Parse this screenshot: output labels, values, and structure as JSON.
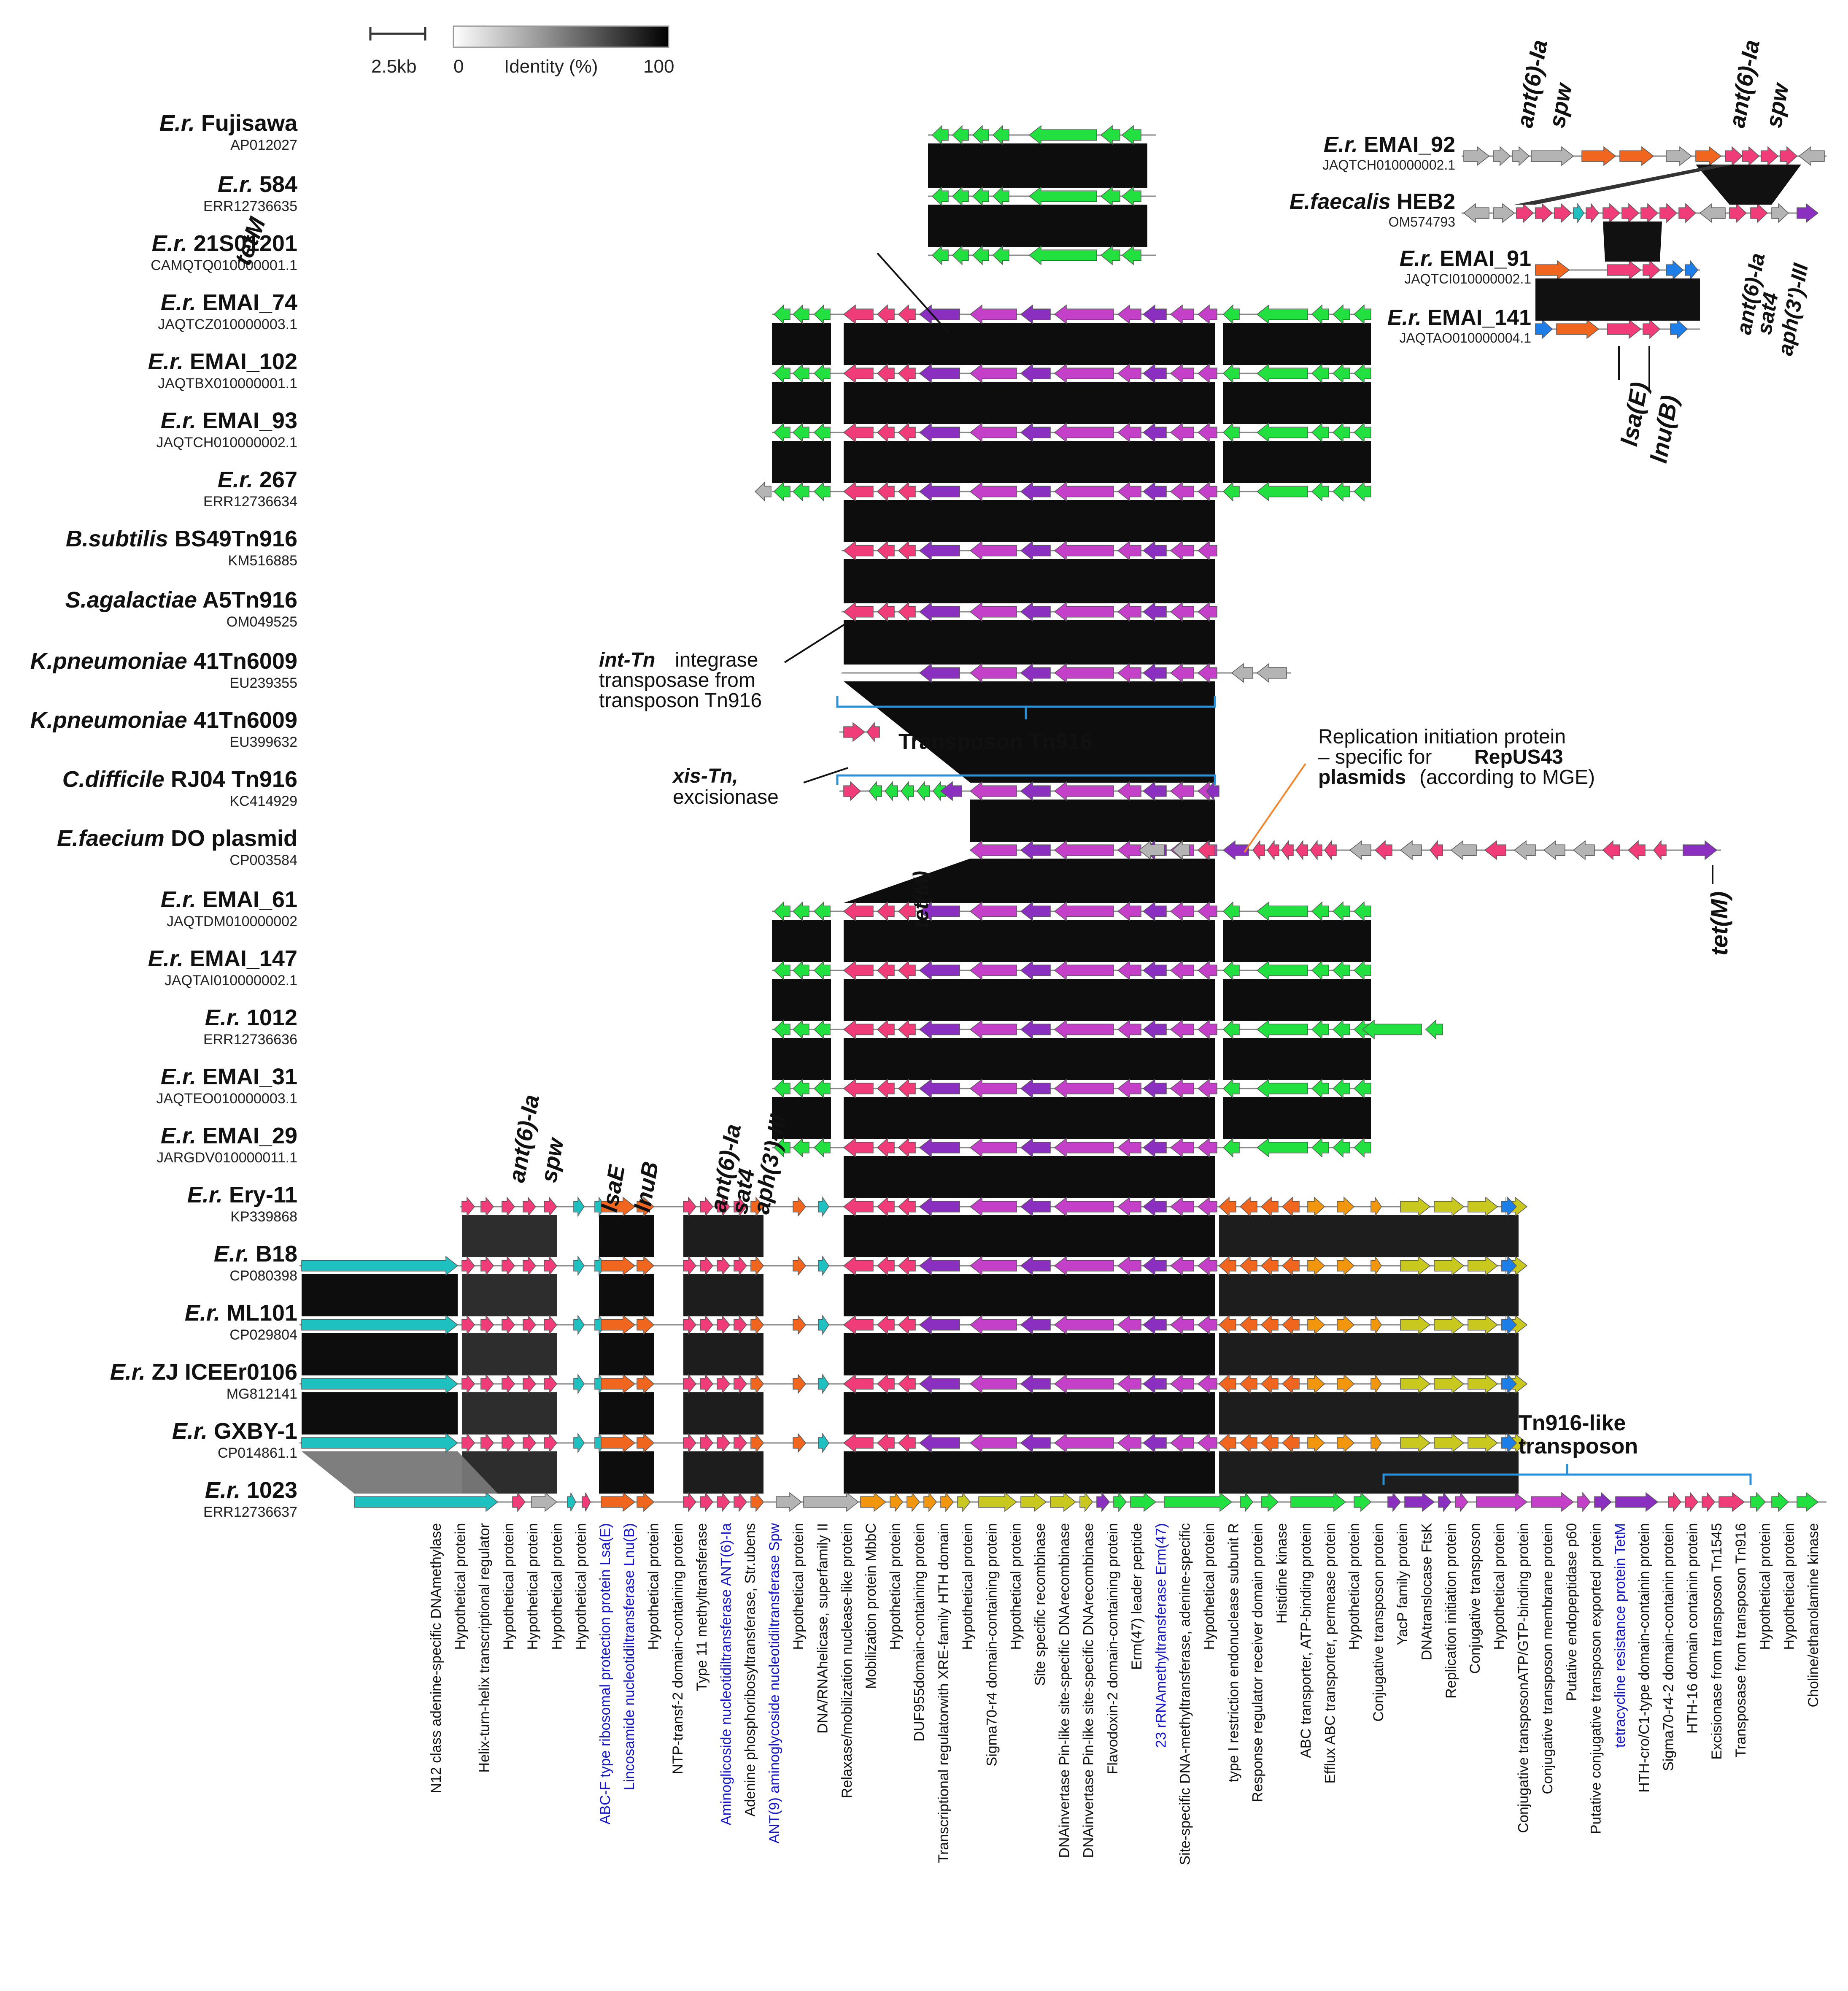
{
  "scale": {
    "bar_label": "2.5kb",
    "identity_min": "0",
    "identity_title": "Identity (%)",
    "identity_max": "100"
  },
  "tracks": [
    {
      "species": "E.r.",
      "strain": "Fujisawa",
      "accession": "AP012027"
    },
    {
      "species": "E.r.",
      "strain": "584",
      "accession": "ERR12736635"
    },
    {
      "species": "E.r.",
      "strain": "21S01201",
      "accession": "CAMQTQ010000001.1"
    },
    {
      "species": "E.r.",
      "strain": "EMAI_74",
      "accession": "JAQTCZ010000003.1"
    },
    {
      "species": "E.r.",
      "strain": "EMAI_102",
      "accession": "JAQTBX010000001.1"
    },
    {
      "species": "E.r.",
      "strain": "EMAI_93",
      "accession": "JAQTCH010000002.1"
    },
    {
      "species": "E.r.",
      "strain": "267",
      "accession": "ERR12736634"
    },
    {
      "species": "B.subtilis",
      "strain": "BS49Tn916",
      "accession": "KM516885"
    },
    {
      "species": "S.agalactiae",
      "strain": "A5Tn916",
      "accession": "OM049525"
    },
    {
      "species": "K.pneumoniae",
      "strain": "41Tn6009",
      "accession": "EU239355"
    },
    {
      "species": "K.pneumoniae",
      "strain": "41Tn6009",
      "accession": "EU399632"
    },
    {
      "species": "C.difficile",
      "strain": "RJ04 Tn916",
      "accession": "KC414929"
    },
    {
      "species": "E.faecium",
      "strain": "DO plasmid",
      "accession": "CP003584"
    },
    {
      "species": "E.r.",
      "strain": "EMAI_61",
      "accession": "JAQTDM010000002"
    },
    {
      "species": "E.r.",
      "strain": "EMAI_147",
      "accession": "JAQTAI010000002.1"
    },
    {
      "species": "E.r.",
      "strain": "1012",
      "accession": "ERR12736636"
    },
    {
      "species": "E.r.",
      "strain": "EMAI_31",
      "accession": "JAQTEO010000003.1"
    },
    {
      "species": "E.r.",
      "strain": "EMAI_29",
      "accession": "JARGDV010000011.1"
    },
    {
      "species": "E.r.",
      "strain": "Ery-11",
      "accession": "KP339868"
    },
    {
      "species": "E.r.",
      "strain": "B18",
      "accession": "CP080398"
    },
    {
      "species": "E.r.",
      "strain": "ML101",
      "accession": "CP029804"
    },
    {
      "species": "E.r.",
      "strain": "ZJ ICEEr0106",
      "accession": "MG812141"
    },
    {
      "species": "E.r.",
      "strain": "GXBY-1",
      "accession": "CP014861.1"
    },
    {
      "species": "E.r.",
      "strain": "1023",
      "accession": "ERR12736637"
    }
  ],
  "inset_tracks": [
    {
      "species": "E.r.",
      "strain": "EMAI_92",
      "accession": "JAQTCH010000002.1"
    },
    {
      "species": "E.faecalis",
      "strain": "HEB2",
      "accession": "OM574793"
    },
    {
      "species": "E.r.",
      "strain": "EMAI_91",
      "accession": "JAQTCI010000002.1"
    },
    {
      "species": "E.r.",
      "strain": "EMAI_141",
      "accession": "JAQTAO010000004.1"
    }
  ],
  "labels": {
    "tetM_top": "tetM",
    "intTn": "int-Tn",
    "intTn_desc1": "integrase",
    "intTn_desc2": "transposase  from",
    "intTn_desc3": "transposon  Tn916",
    "xisTn": "xis-Tn,",
    "xisTn_desc": "excisionase",
    "transposon": "Transposon Tn916",
    "rep1": "Replication initiation protein",
    "rep2": "– specific  for",
    "rep2b": "RepUS43",
    "rep3": "plasmids",
    "rep3b": "(according  to MGE)",
    "tetM_mid": "tet(M)",
    "tetM_right": "tet(M)",
    "tn916like1": "Tn916-like",
    "tn916like2": "transposon",
    "ant6_a": "ant(6)-Ia",
    "spw_a": "spw",
    "lsaE_a": "lsaE",
    "lnuB_a": "lnuB",
    "ant6_b": "ant(6)-Ia",
    "sat4_b": "sat4",
    "aph_b": "aph(3')-III",
    "ins_ant6_1": "ant(6)-Ia",
    "ins_spw_1": "spw",
    "ins_ant6_2": "ant(6)-Ia",
    "ins_spw_2": "spw",
    "ins_ant6_3": "ant(6)-Ia",
    "ins_sat4": "sat4",
    "ins_aph": "aph(3')-III",
    "ins_lsaE": "lsa(E)",
    "ins_lnuB": "lnu(B)"
  },
  "gene_annotations": [
    {
      "text": "N12 class adenine-specific DNAmethylase",
      "blue": false
    },
    {
      "text": "Hypothetical protein",
      "blue": false
    },
    {
      "text": "Helix-turn-helix transcriptional regulator",
      "blue": false
    },
    {
      "text": "Hypothetical protein",
      "blue": false
    },
    {
      "text": "Hypothetical protein",
      "blue": false
    },
    {
      "text": "Hypothetical protein",
      "blue": false
    },
    {
      "text": "Hypothetical protein",
      "blue": false
    },
    {
      "text": "ABC-F type ribosomal protection protein Lsa(E)",
      "blue": true
    },
    {
      "text": "Lincosamide nucleotidiltransferase Lnu(B)",
      "blue": true
    },
    {
      "text": "Hypothetical protein",
      "blue": false
    },
    {
      "text": "NTP-transf-2 domain-containing protein",
      "blue": false
    },
    {
      "text": "Type 11 methyltransferase",
      "blue": false
    },
    {
      "text": "Aminoglicoside nucleotidiltransferase ANT(6)-Ia",
      "blue": true
    },
    {
      "text": "Adenine phosphoribosyltransferase, Str.ubens",
      "blue": false
    },
    {
      "text": "ANT(9) aminoglycoside nucleotidiltransferase Spw",
      "blue": true
    },
    {
      "text": "Hypothetical protein",
      "blue": false
    },
    {
      "text": "DNA/RNAhelicase, superfamily II",
      "blue": false
    },
    {
      "text": "Relaxase/mobilization nuclease-like protein",
      "blue": false
    },
    {
      "text": "Mobilization protein MbbC",
      "blue": false
    },
    {
      "text": "Hypothetical protein",
      "blue": false
    },
    {
      "text": "DUF955domain-containing protein",
      "blue": false
    },
    {
      "text": "Transcriptional regulatorwith XRE-family HTH domain",
      "blue": false
    },
    {
      "text": "Hypothetical protein",
      "blue": false
    },
    {
      "text": "Sigma70-r4 domain-containing protein",
      "blue": false
    },
    {
      "text": "Hypothetical protein",
      "blue": false
    },
    {
      "text": "Site specific recombinase",
      "blue": false
    },
    {
      "text": "DNAinvertase Pin-like site-specific DNArecombinase",
      "blue": false
    },
    {
      "text": "DNAinvertase Pin-like site-specific DNArecombinase",
      "blue": false
    },
    {
      "text": "Flavodoxin-2 domain-containing protein",
      "blue": false
    },
    {
      "text": "Erm(47) leader peptide",
      "blue": false
    },
    {
      "text": "23 rRNAmethyltransferase Erm(47)",
      "blue": true
    },
    {
      "text": "Site-specific DNA-methyltransferase, adenine-specific",
      "blue": false
    },
    {
      "text": "Hypothetical protein",
      "blue": false
    },
    {
      "text": "type I restriction endonuclease subunit R",
      "blue": false
    },
    {
      "text": "Response regulator receiver domain protein",
      "blue": false
    },
    {
      "text": "Histidine kinase",
      "blue": false
    },
    {
      "text": "ABC transporter, ATP-binding protein",
      "blue": false
    },
    {
      "text": "Efflux ABC transporter, permease protein",
      "blue": false
    },
    {
      "text": "Hypothetical protein",
      "blue": false
    },
    {
      "text": "Conjugative transposon protein",
      "blue": false
    },
    {
      "text": "YacP family protein",
      "blue": false
    },
    {
      "text": "DNAtranslocase FtsK",
      "blue": false
    },
    {
      "text": "Replication initiation protein",
      "blue": false
    },
    {
      "text": "Conjugative transposon",
      "blue": false
    },
    {
      "text": "Hypothetical protein",
      "blue": false
    },
    {
      "text": "Conjugative transposonATP/GTP-binding protein",
      "blue": false
    },
    {
      "text": "Conjugative transposon membrane protein",
      "blue": false
    },
    {
      "text": "Putative endopeptidase p60",
      "blue": false
    },
    {
      "text": "Putative conjugative transposon exported protein",
      "blue": false
    },
    {
      "text": "tetracycline resistance protein TetM",
      "blue": true
    },
    {
      "text": "HTH-cro/C1-type domain-containin protein",
      "blue": false
    },
    {
      "text": "Sigma70-r4-2 domain-containin protein",
      "blue": false
    },
    {
      "text": "HTH-16 domain containin protein",
      "blue": false
    },
    {
      "text": "Excisionase from transposon Tn1545",
      "blue": false
    },
    {
      "text": "Transposase from transposon Tn916",
      "blue": false
    },
    {
      "text": "Hypothetical protein",
      "blue": false
    },
    {
      "text": "Hypothetical protein",
      "blue": false
    },
    {
      "text": "Choline/ethanolamine kinase",
      "blue": false
    }
  ],
  "colors": {
    "green": "#22e040",
    "purple": "#8a2fc0",
    "magenta": "#c440c8",
    "pink": "#f03c78",
    "orange": "#f0661e",
    "amber": "#f2960e",
    "olive": "#c8c81e",
    "teal": "#1ec0c0",
    "blue": "#1e7ee8",
    "gray": "#b4b4b4",
    "identity_dark": "#000000",
    "annotation_blue": "#1414c8"
  }
}
